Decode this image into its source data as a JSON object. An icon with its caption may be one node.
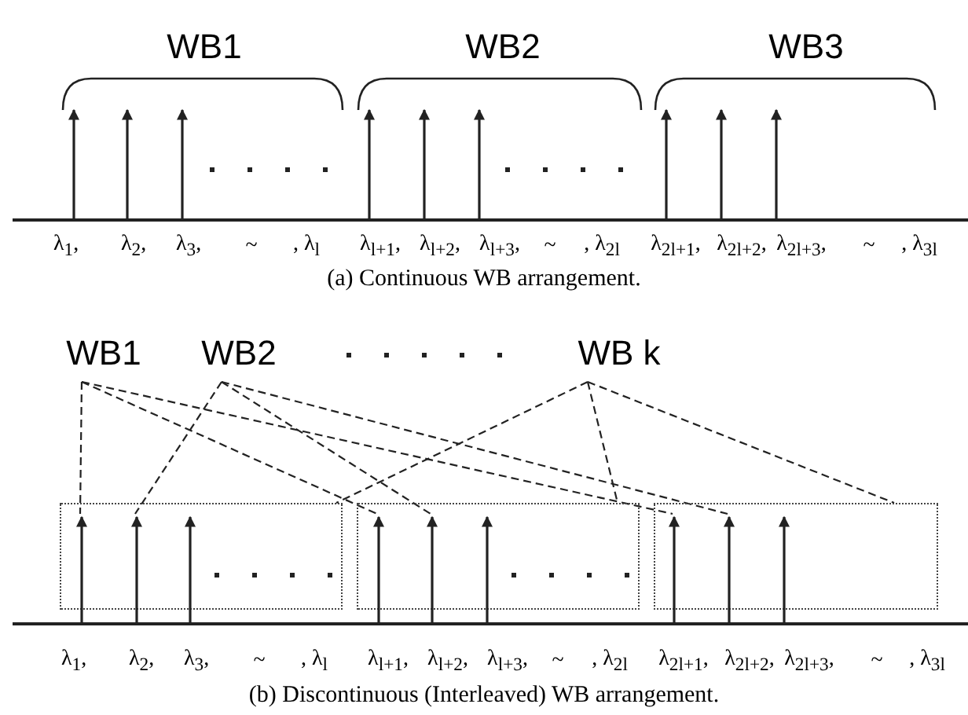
{
  "diagram": {
    "nodes": [
      {
        "text": [
          "WB1"
        ]
      },
      {
        "text": [
          "WB2"
        ]
      },
      {
        "text": [
          "WB k"
        ]
      },
      {
        "text": [],
        "shape": "box"
      },
      {
        "text": [],
        "shape": "arrow",
        "in": 3
      },
      {
        "text": [],
        "shape": "arrow",
        "in": 3
      },
      {
        "text": [],
        "shape": "arrow",
        "in": 3
      },
      {
        "text": [],
        "shape": "box"
      },
      {
        "text": [],
        "shape": "arrow",
        "in": 7
      },
      {
        "text": [],
        "shape": "arrow",
        "in": 7
      },
      {
        "text": [],
        "shape": "arrow",
        "in": 7
      },
      {
        "text": [],
        "shape": "box"
      },
      {
        "text": [],
        "shape": "arrow",
        "in": 11
      },
      {
        "text": [],
        "shape": "arrow",
        "in": 11
      },
      {
        "text": [],
        "shape": "arrow",
        "in": 11
      }
    ],
    "edges": [
      {
        "from": 0,
        "to": 4,
        "arrow": "none",
        "style": "dashed"
      },
      {
        "from": 0,
        "to": 8,
        "arrow": "none",
        "style": "dashed"
      },
      {
        "from": 0,
        "to": 12,
        "arrow": "none",
        "style": "dashed"
      },
      {
        "from": 1,
        "to": 5,
        "arrow": "none",
        "style": "dashed"
      },
      {
        "from": 1,
        "to": 9,
        "arrow": "none",
        "style": "dashed"
      },
      {
        "from": 1,
        "to": 13,
        "arrow": "none",
        "style": "dashed"
      },
      {
        "from": 2,
        "to": 3,
        "arrow": "none",
        "style": "dashed"
      },
      {
        "from": 2,
        "to": 7,
        "arrow": "none",
        "style": "dashed"
      },
      {
        "from": 2,
        "to": 11,
        "arrow": "none",
        "style": "dashed"
      }
    ],
    "labels": [
      "WB1",
      "WB2",
      "WB3",
      "λ$_{1}$,",
      "λ$_{2}$,",
      "λ$_{3}$,",
      "~",
      ", λ$_{l}$",
      "λ$_{l+1}$,",
      "λ$_{l+2}$,",
      "λ$_{l+3}$,",
      "~",
      ", λ$_{2l}$",
      "λ$_{2l+1}$,",
      "λ$_{2l+2}$,",
      "λ$_{2l+3}$,",
      "~",
      ", λ$_{3l}$",
      "(a) Continuous WB arrangement.",
      "λ$_{1}$,",
      "λ$_{2}$,",
      "λ$_{3}$,",
      "~",
      ", λ$_{l}$",
      "λ$_{l+1}$,",
      "λ$_{l+2}$,",
      "λ$_{l+3}$,",
      "~",
      ", λ$_{2l}$",
      "λ$_{2l+1}$,",
      "λ$_{2l+2}$,",
      "λ$_{2l+3}$,",
      "~",
      ", λ$_{3l}$",
      "(b) Discontinuous (Interleaved) WB arrangement."
    ]
  }
}
